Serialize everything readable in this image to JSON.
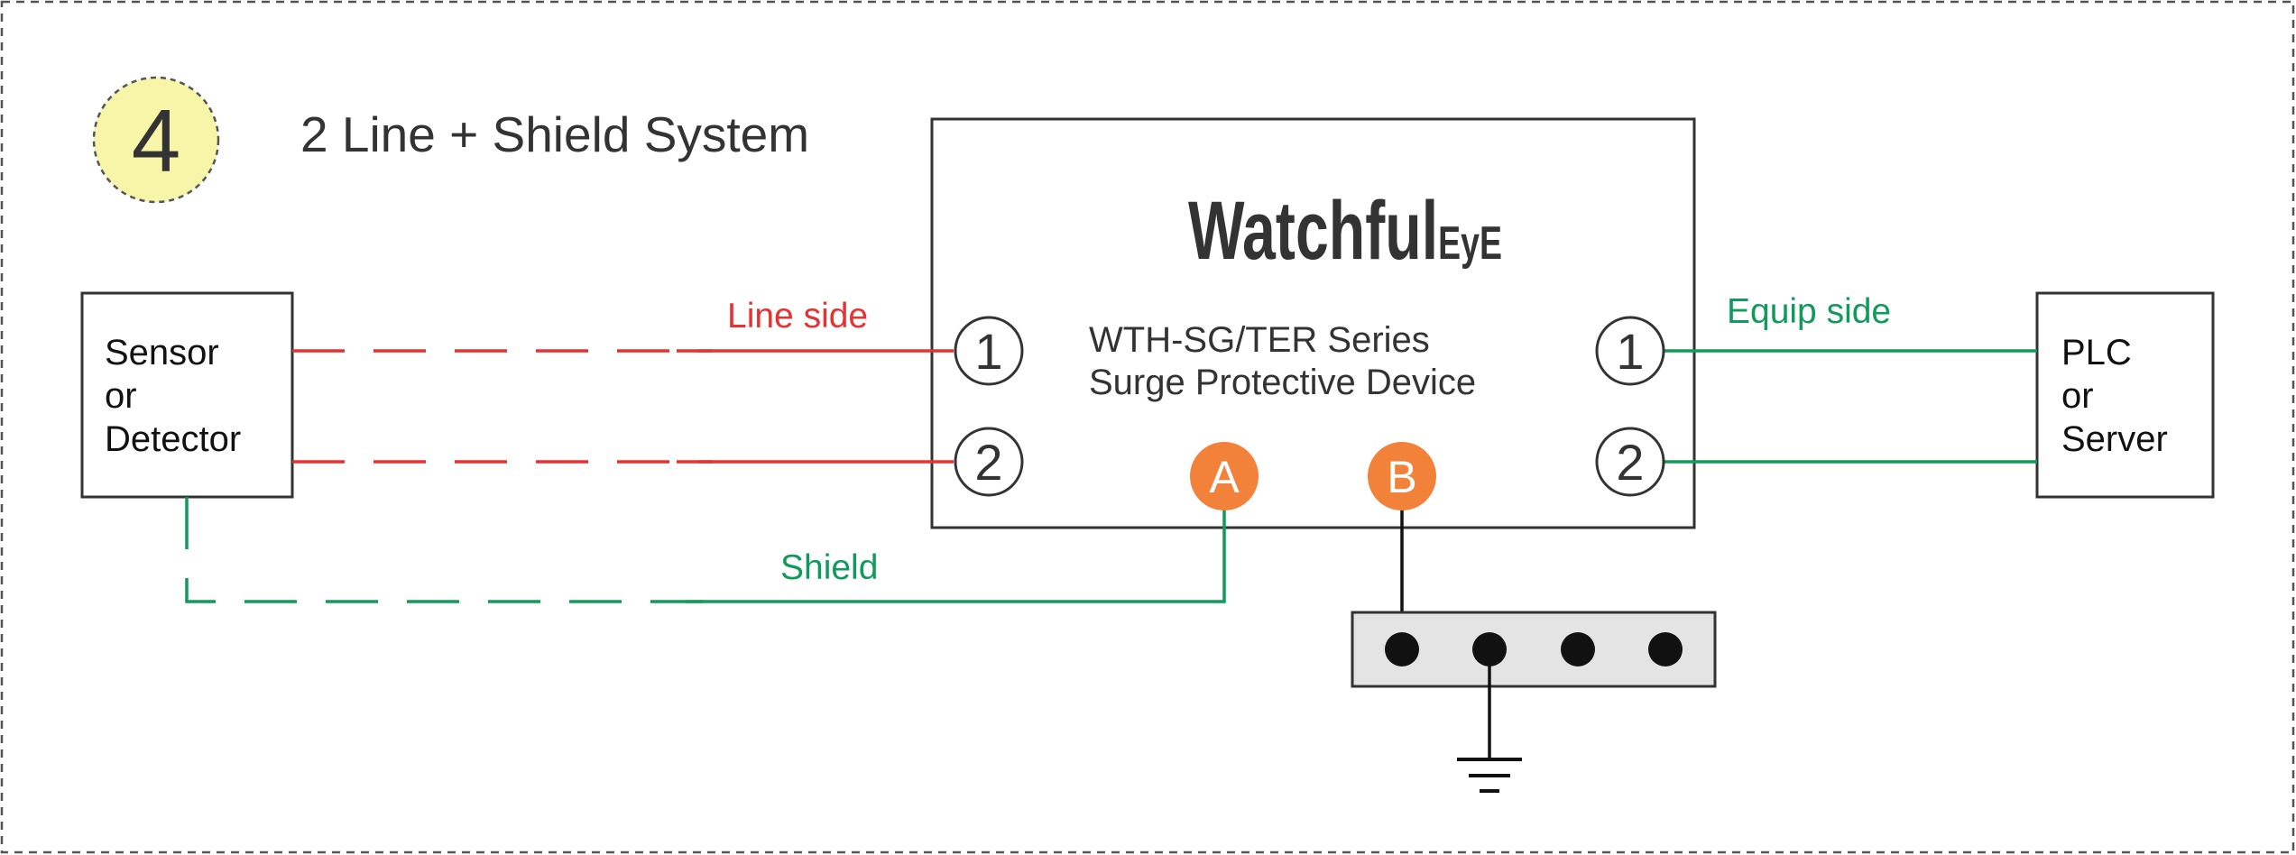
{
  "diagram": {
    "step_number": "4",
    "title": "2 Line + Shield System",
    "colors": {
      "line_side": "#e53232",
      "equip_side": "#109b5a",
      "badge_fill": "#f7f5a8",
      "terminal_fill": "#f2823a",
      "ground_bar_fill": "#e4e4e4",
      "ink": "#333333"
    }
  },
  "sensor": {
    "line1": "Sensor",
    "line2": "or",
    "line3": "Detector"
  },
  "plc": {
    "line1": "PLC",
    "line2": "or",
    "line3": "Server"
  },
  "spd": {
    "brand_main": "Watchful",
    "brand_sub": "EyE",
    "series": "WTH-SG/TER Series",
    "description": "Surge Protective Device",
    "line_terminals": [
      "1",
      "2"
    ],
    "equip_terminals": [
      "1",
      "2"
    ],
    "terminal_a": "A",
    "terminal_b": "B"
  },
  "labels": {
    "line_side": "Line side",
    "equip_side": "Equip side",
    "shield": "Shield"
  }
}
